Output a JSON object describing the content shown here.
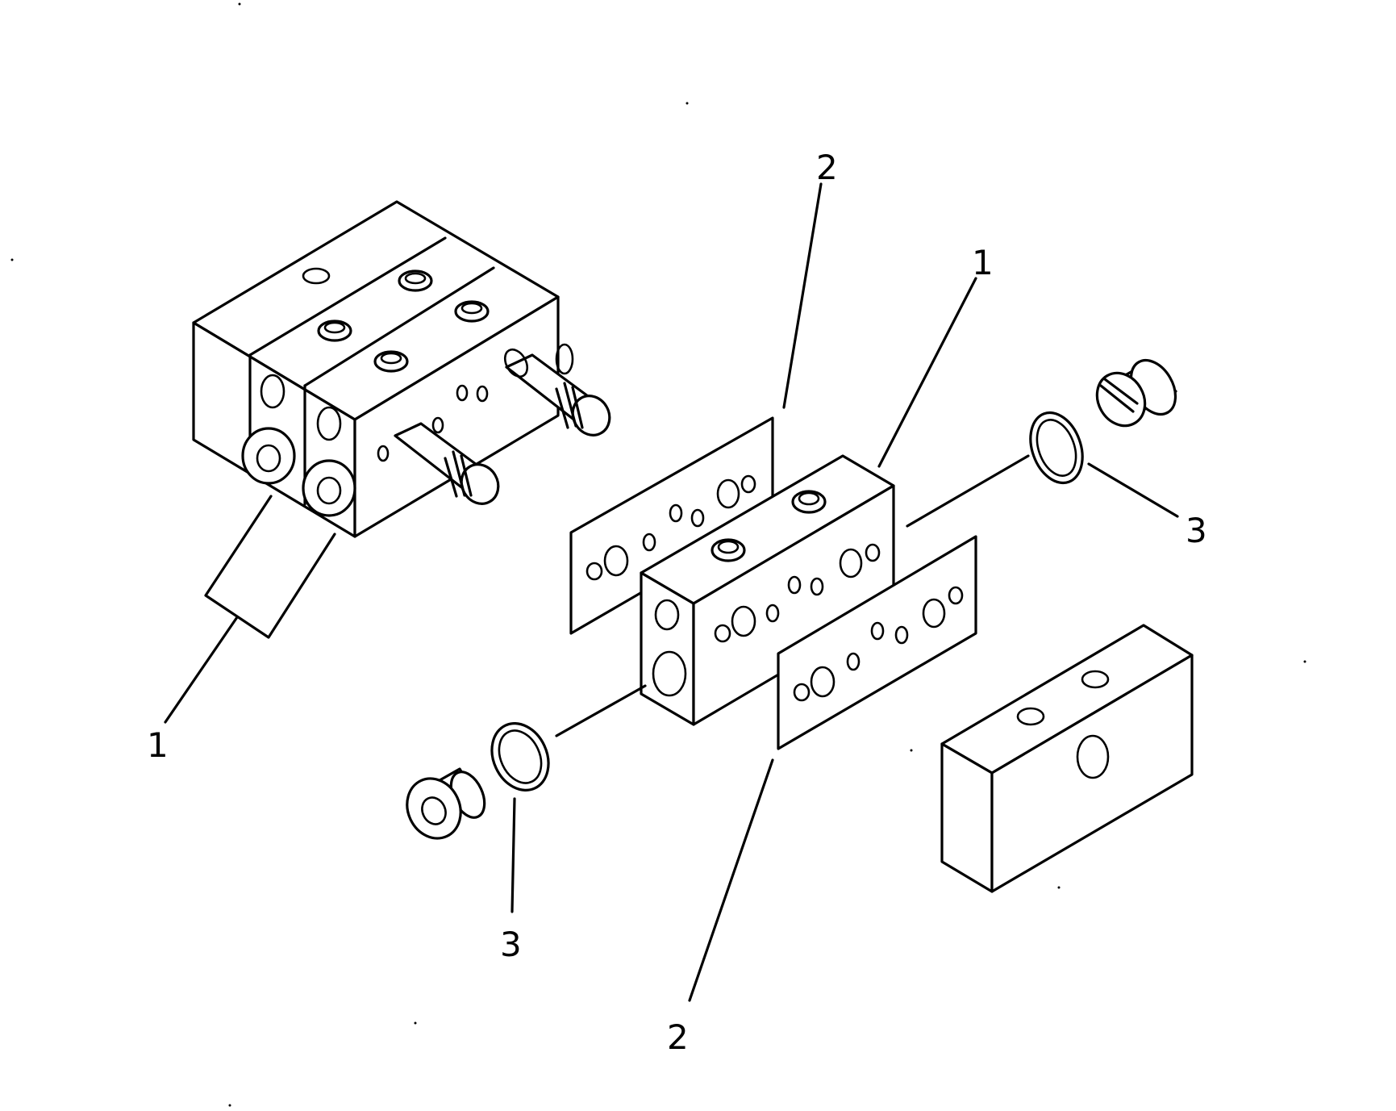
{
  "diagram": {
    "type": "exploded-parts-view",
    "callouts": [
      {
        "id": "c1-left",
        "label": "1"
      },
      {
        "id": "c1-right",
        "label": "1"
      },
      {
        "id": "c2-top",
        "label": "2"
      },
      {
        "id": "c2-bottom",
        "label": "2"
      },
      {
        "id": "c3-left",
        "label": "3"
      },
      {
        "id": "c3-right",
        "label": "3"
      }
    ]
  }
}
